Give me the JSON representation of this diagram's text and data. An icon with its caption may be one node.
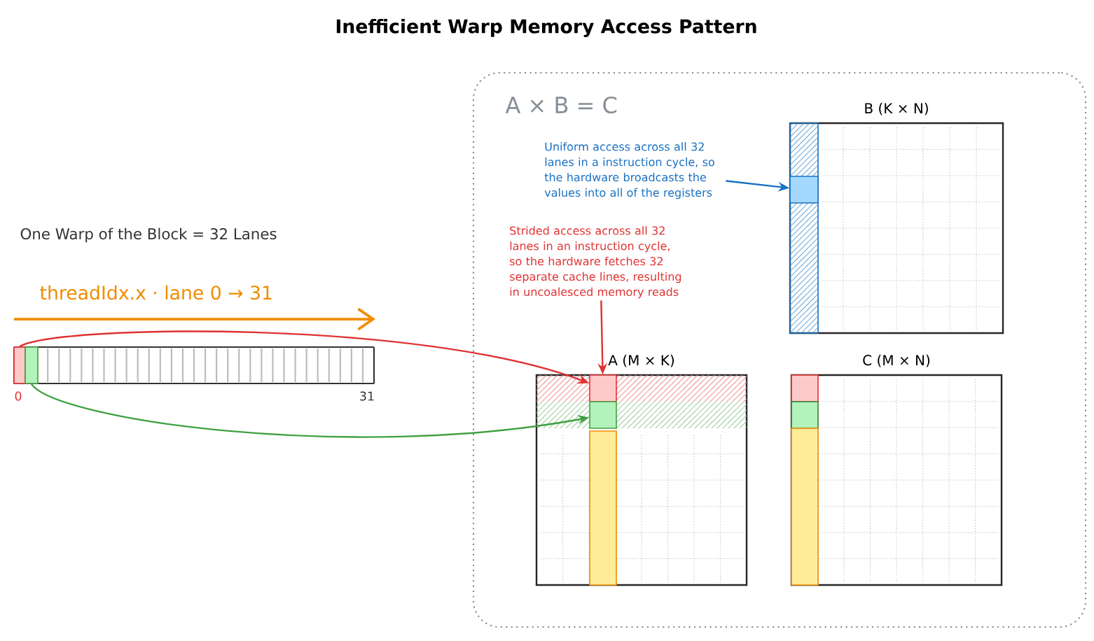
{
  "diagram": {
    "title": "Inefficient Warp Memory Access Pattern",
    "nodes": [
      {
        "text": [
          "A × B = C"
        ]
      },
      {
        "text": [
          "Uniform access across all 32 lanes in a instruction cycle, so the hardware broadcasts the values into all of the registers"
        ],
        "in": 0
      },
      {
        "text": [
          "B (K × N)"
        ],
        "in": 0
      },
      {
        "text": [],
        "shape": "box",
        "in": 2
      },
      {
        "text": [
          "Strided access across all 32 lanes in an instruction cycle, so the hardware fetches 32 separate cache lines, resulting in uncoalesced memory reads"
        ],
        "in": 0
      },
      {
        "text": [
          "A (M × K)"
        ],
        "in": 0
      },
      {
        "text": [],
        "shape": "box",
        "in": 5
      },
      {
        "text": [],
        "shape": "box",
        "in": 5
      },
      {
        "text": [
          "C (M × N)"
        ],
        "in": 0
      },
      {
        "text": [],
        "shape": "bar",
        "beside": [
          "0",
          "31"
        ]
      },
      {
        "text": [],
        "shape": "box",
        "in": 9
      },
      {
        "text": [],
        "shape": "box",
        "in": 9
      }
    ],
    "edges": [
      {
        "from": 1,
        "to": 3,
        "arrow": "to",
        "color": "#1971c2"
      },
      {
        "from": 4,
        "to": 6,
        "arrow": "to",
        "color": "#e03131"
      },
      {
        "from": 10,
        "to": 6,
        "arrow": "to",
        "color": "#e03131"
      },
      {
        "from": 11,
        "to": 7,
        "arrow": "to",
        "color": "#40a040"
      }
    ],
    "labels": [
      "One Warp of the Block = 32 Lanes",
      "threadIdx.x · lane 0 → 31"
    ]
  }
}
